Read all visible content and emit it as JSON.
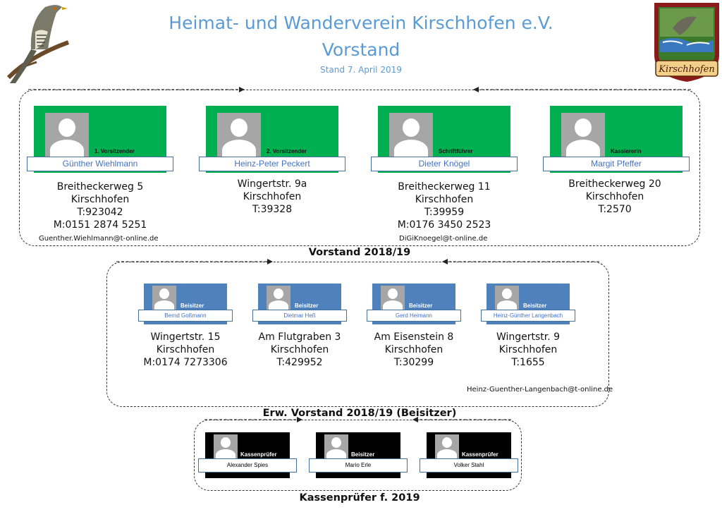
{
  "header": {
    "title_line1": "Heimat- und Wanderverein Kirschhofen e.V.",
    "title_line2": "Vorstand",
    "date": "Stand 7. April 2019",
    "logo_left": "bird-illustration",
    "logo_right": "crest-illustration",
    "crest_text": "Kirschhofen"
  },
  "colors": {
    "vorstand": "#00b050",
    "beisitzer": "#4f81bd",
    "kassen": "#000000",
    "title": "#5b9bd5"
  },
  "vorstand": {
    "label": "Vorstand 2018/19",
    "members": [
      {
        "role": "1. Vorsitzender",
        "name": "Günther Wiehlmann",
        "lines": [
          "Breitheckerweg 5",
          "Kirschhofen",
          "T:923042",
          "M:0151 2874 5251"
        ]
      },
      {
        "role": "2. Vorsitzender",
        "name": "Heinz-Peter Peckert",
        "lines": [
          "Wingertstr. 9a",
          "Kirschhofen",
          "T:39328"
        ]
      },
      {
        "role": "Schriftführer",
        "name": "Dieter Knögel",
        "lines": [
          "Breitheckerweg 11",
          "Kirschhofen",
          "T:39959",
          "M:0176 3450 2523"
        ]
      },
      {
        "role": "Kassiererin",
        "name": "Margit Pfeffer",
        "lines": [
          "Breitheckerweg 20",
          "Kirschhofen",
          "T:2570"
        ]
      }
    ],
    "email_1": "Guenther.Wiehlmann@t-online.de",
    "email_2": "DiGiKnoegel@t-online.de"
  },
  "beisitzer": {
    "label": "Erw. Vorstand 2018/19 (Beisitzer)",
    "members": [
      {
        "role": "Beisitzer",
        "name": "Bernd Goßmann",
        "lines": [
          "Wingertstr. 15",
          "Kirschhofen",
          "M:0174 7273306"
        ]
      },
      {
        "role": "Beisitzer",
        "name": "Dietmar Heß",
        "lines": [
          "Am Flutgraben 3",
          "Kirschhofen",
          "T:429952"
        ]
      },
      {
        "role": "Beisitzer",
        "name": "Gerd Heimann",
        "lines": [
          "Am Eisenstein 8",
          "Kirschhofen",
          "T:30299"
        ]
      },
      {
        "role": "Beisitzer",
        "name": "Heinz-Günther Langenbach",
        "lines": [
          "Wingertstr. 9",
          "Kirschhofen",
          "T:1655"
        ]
      }
    ],
    "email": "Heinz-Guenther-Langenbach@t-online.de"
  },
  "kassen": {
    "label": "Kassenprüfer f. 2019",
    "members": [
      {
        "role": "Kassenprüfer",
        "name": "Alexander Spies"
      },
      {
        "role": "Beisitzer",
        "name": "Mario Erle"
      },
      {
        "role": "Kassenprüfer",
        "name": "Volker Stahl"
      }
    ]
  }
}
